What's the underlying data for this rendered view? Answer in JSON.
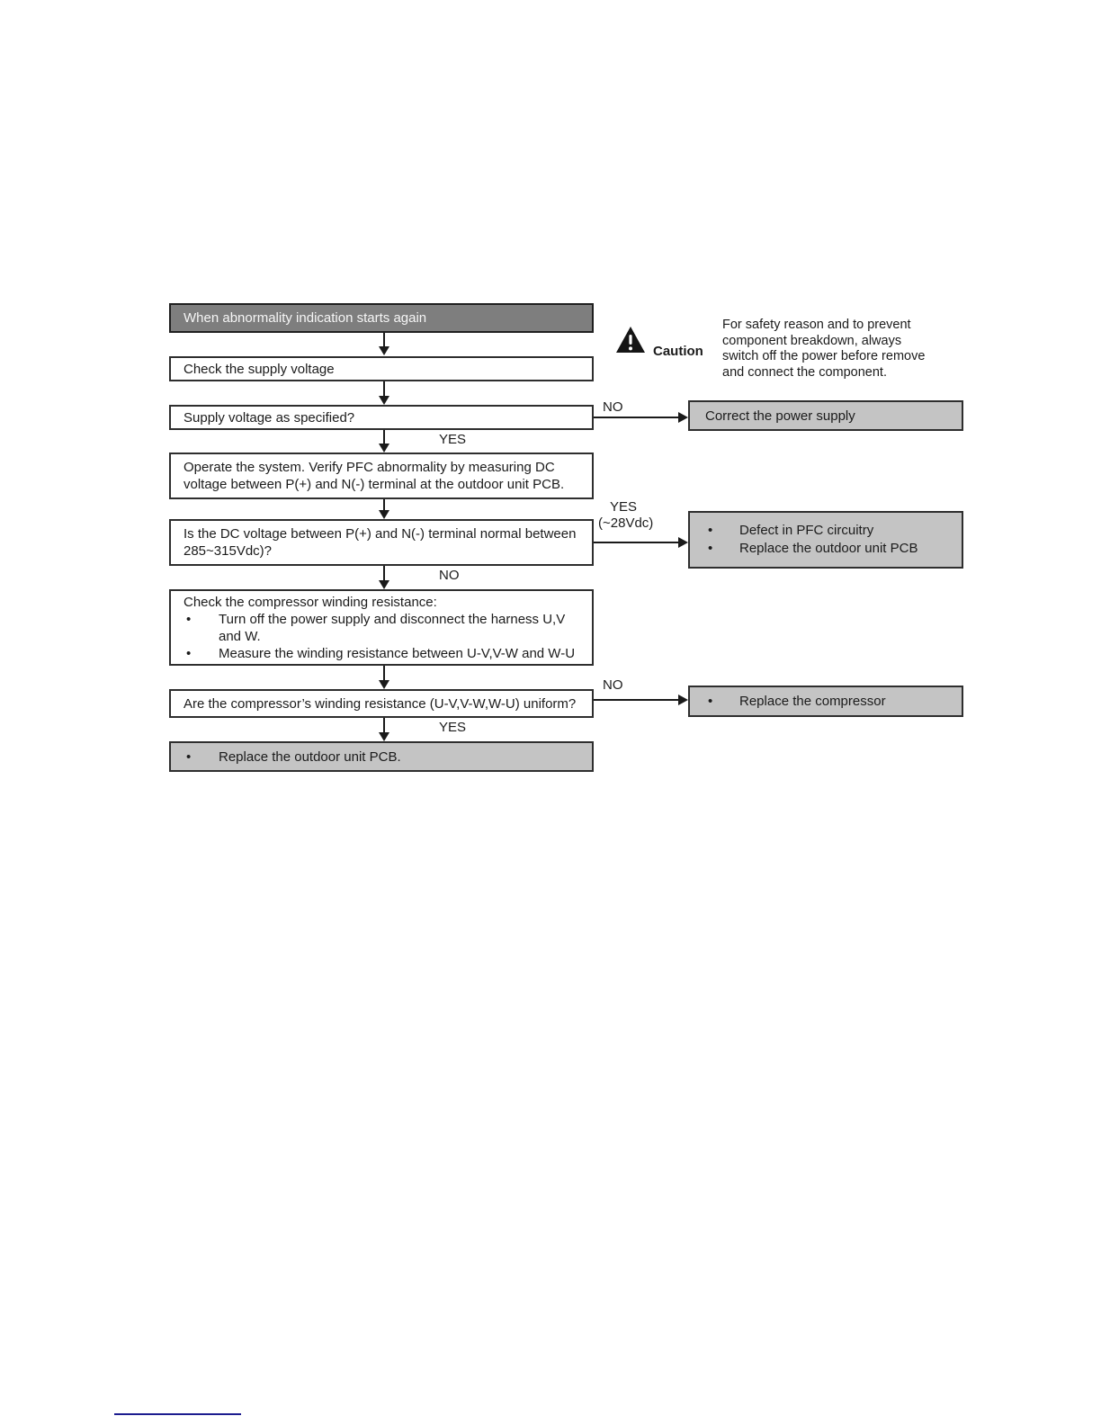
{
  "glyphs": {
    "bullet": "•"
  },
  "colors": {
    "header_fill": "#7e7e7e",
    "result_fill": "#c4c4c4",
    "box_border": "#2e2e2e",
    "arrow": "#1a1a1a",
    "footer_line": "#1c1c8f"
  },
  "caution": {
    "label": "Caution",
    "lines": [
      "For safety reason and to prevent",
      "component breakdown, always",
      "switch off the power before remove",
      "and connect the component."
    ]
  },
  "flowchart": {
    "nodes": {
      "start": "When abnormality indication starts again",
      "check_supply": "Check the supply voltage",
      "supply_q": "Supply voltage as specified?",
      "operate": {
        "line1": "Operate the system. Verify PFC abnormality by measuring DC",
        "line2": "voltage between P(+) and N(-) terminal at the outdoor unit PCB."
      },
      "dc_q": {
        "line1": "Is the DC voltage between P(+) and N(-) terminal normal between",
        "line2": "285~315Vdc)?"
      },
      "compressor_check": {
        "title": "Check the compressor winding resistance:",
        "bullet1_line1": "Turn off the power supply and disconnect the harness U,V",
        "bullet1_line2": "and W.",
        "bullet2": "Measure the winding resistance between U-V,V-W and W-U"
      },
      "winding_q": "Are the compressor’s winding resistance (U-V,V-W,W-U) uniform?",
      "replace_pcb": "Replace the outdoor unit PCB.",
      "correct_supply": "Correct the power supply",
      "pfc_defect": {
        "bullet1": "Defect in PFC circuitry",
        "bullet2": "Replace the outdoor unit PCB"
      },
      "replace_compressor": "Replace the compressor"
    },
    "edge_labels": {
      "no1": "NO",
      "yes1": "YES",
      "yes2": "YES",
      "yes2_sub": "(~28Vdc)",
      "no2": "NO",
      "no3": "NO",
      "yes3": "YES"
    }
  }
}
